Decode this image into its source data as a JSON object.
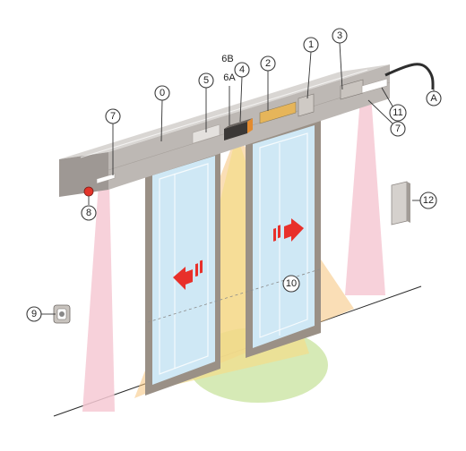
{
  "callouts": {
    "c0": "0",
    "c1": "1",
    "c2": "2",
    "c3": "3",
    "c4": "4",
    "c5": "5",
    "c6a": "6A",
    "c6b": "6B",
    "c7_left": "7",
    "c7_right": "7",
    "c8": "8",
    "c9": "9",
    "c10": "10",
    "c11": "11",
    "c12": "12",
    "cA": "A"
  },
  "colors": {
    "header_top": "#d9d6d3",
    "header_front": "#bdb8b4",
    "header_end": "#9e9894",
    "glass": "#cfe8f5",
    "frame": "#9a9086",
    "radar_yellow": "#f3dd8a",
    "radar_orange": "#f5c27a",
    "radar_green": "#cfe6a9",
    "presence_pink": "#f6c9d4",
    "arrow_red": "#e8302a",
    "sensor_dark": "#3b3836"
  }
}
